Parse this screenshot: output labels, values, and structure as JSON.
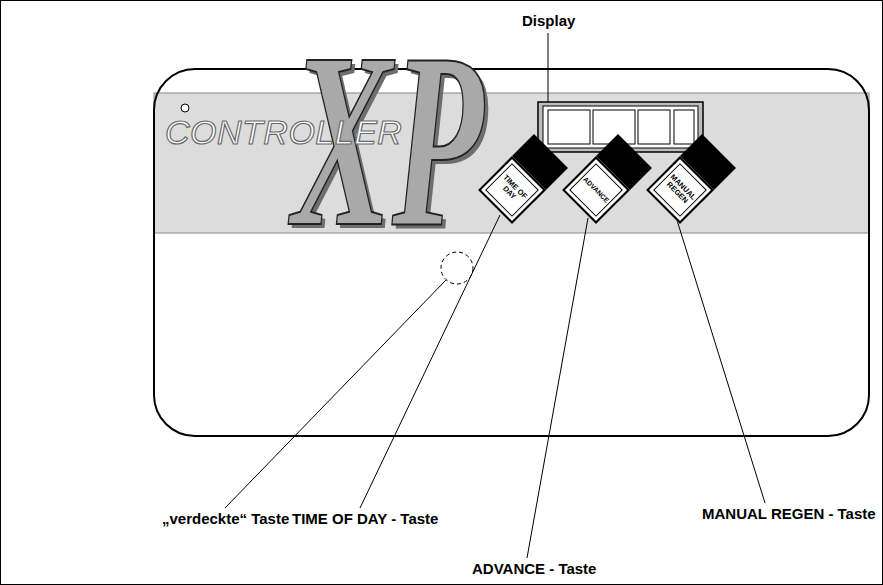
{
  "diagram": {
    "nodes": [
      {
        "text": [
          "CONTROLLER",
          "XP"
        ]
      },
      {
        "text": [
          "TIME OF DAY"
        ],
        "in": 0
      },
      {
        "text": [
          "ADVANCE"
        ],
        "in": 0
      },
      {
        "text": [
          "MANUAL REGEN"
        ],
        "in": 0
      }
    ],
    "labels": [
      "Display",
      "„verdeckte“ Taste",
      "TIME OF DAY - Taste",
      "MANUAL REGEN - Taste",
      "ADVANCE - Taste"
    ]
  }
}
